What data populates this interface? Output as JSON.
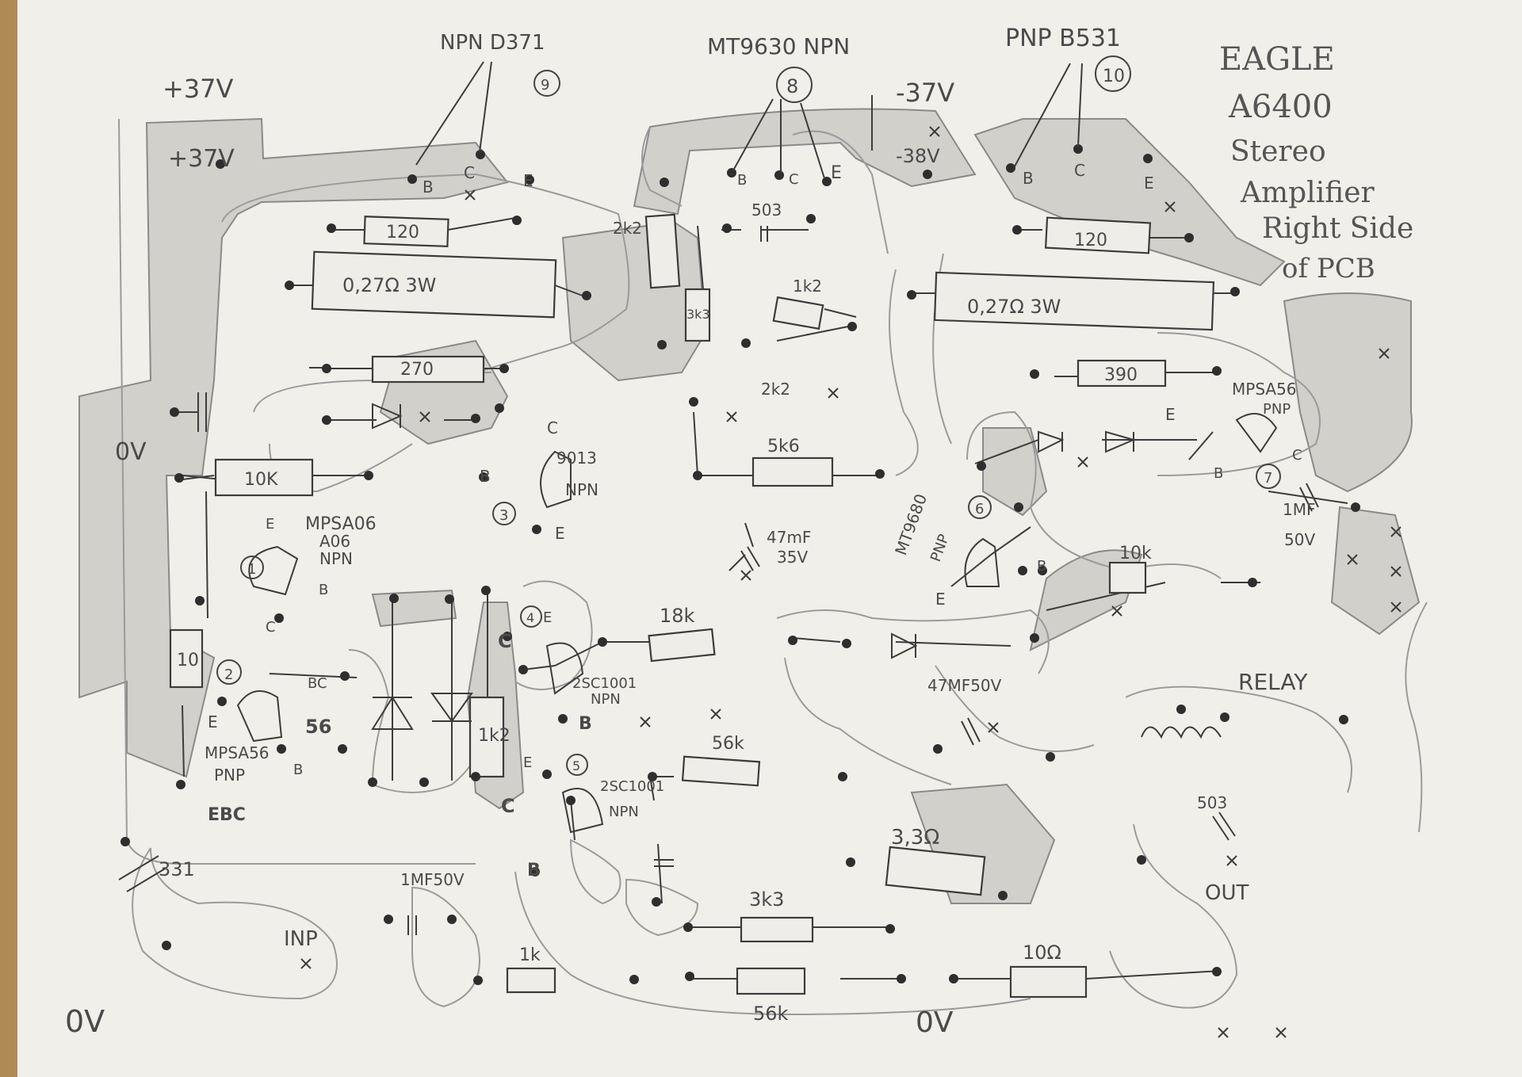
{
  "title": {
    "line1": "EAGLE",
    "line2": "A6400",
    "line3": "Stereo",
    "line4": "Amplifier",
    "line5": "Right Side",
    "line6": "of PCB"
  },
  "rails": {
    "pos_top": "+37V",
    "pos_inner": "+37V",
    "neg_top": "-37V",
    "neg_inner": "-38V",
    "zero_left": "0V",
    "zero_bottom_left": "0V",
    "zero_bottom_mid": "0V"
  },
  "transistors": {
    "q9": {
      "num": "9",
      "label": "NPN D371",
      "b": "B",
      "c": "C",
      "e": "E"
    },
    "q8": {
      "num": "8",
      "label": "MT9630 NPN",
      "b": "B",
      "c": "C",
      "e": "E"
    },
    "q10": {
      "num": "10",
      "label": "PNP B531",
      "b": "B",
      "c": "C",
      "e": "E"
    },
    "q3": {
      "num": "3",
      "label1": "9013",
      "label2": "NPN",
      "b": "B",
      "c": "C",
      "e": "E"
    },
    "q1": {
      "num": "1",
      "label1": "MPSA06",
      "label2": "A06",
      "label3": "NPN",
      "e": "E",
      "b": "B",
      "c": "C"
    },
    "q2": {
      "num": "2",
      "label1": "MPSA56",
      "label2": "PNP",
      "label3": "EBC",
      "e": "E",
      "b": "B",
      "bc": "BC"
    },
    "q4": {
      "num": "4",
      "label1": "2SC1001",
      "label2": "NPN",
      "e": "E",
      "b": "B",
      "c": "C"
    },
    "q5": {
      "num": "5",
      "label1": "2SC1001",
      "label2": "NPN",
      "e": "E",
      "b": "B",
      "c": "C"
    },
    "q6": {
      "num": "6",
      "label1": "MT9680",
      "label2": "PNP",
      "e": "E",
      "b": "B"
    },
    "q7": {
      "num": "7",
      "label1": "MPSA56",
      "label2": "PNP",
      "e": "E",
      "b": "B",
      "c": "C"
    }
  },
  "resistors": {
    "r_120_left": "120",
    "r_027_left": "0,27Ω 3W",
    "r_270": "270",
    "r_10k": "10K",
    "r_2k2": "2k2",
    "r_3k3_v": "3k3",
    "r_1k2_pot": "1k2",
    "r_2k2_pot": "2k2",
    "r_5k6": "5k6",
    "r_120_right": "120",
    "r_027_right": "0,27Ω 3W",
    "r_390": "390",
    "r_10_v": "10",
    "r_56": "56",
    "r_1k2_v": "1k2",
    "r_18k": "18k",
    "r_56k_mid": "56k",
    "r_10k_small": "10k",
    "r_33": "3,3Ω",
    "r_3k3": "3k3",
    "r_1k": "1k",
    "r_56k_bottom": "56k",
    "r_10ohm": "10Ω"
  },
  "capacitors": {
    "c_503_top": "503",
    "c_47mf": "47mF",
    "c_35v": "35V",
    "c_1mf": "1MF",
    "c_50v": "50V",
    "c_47mf_50v": "47MF50V",
    "c_331": "331",
    "c_1mf_50v": "1MF50V",
    "c_503_bottom": "503"
  },
  "labels": {
    "relay": "RELAY",
    "inp": "INP",
    "out": "OUT"
  }
}
